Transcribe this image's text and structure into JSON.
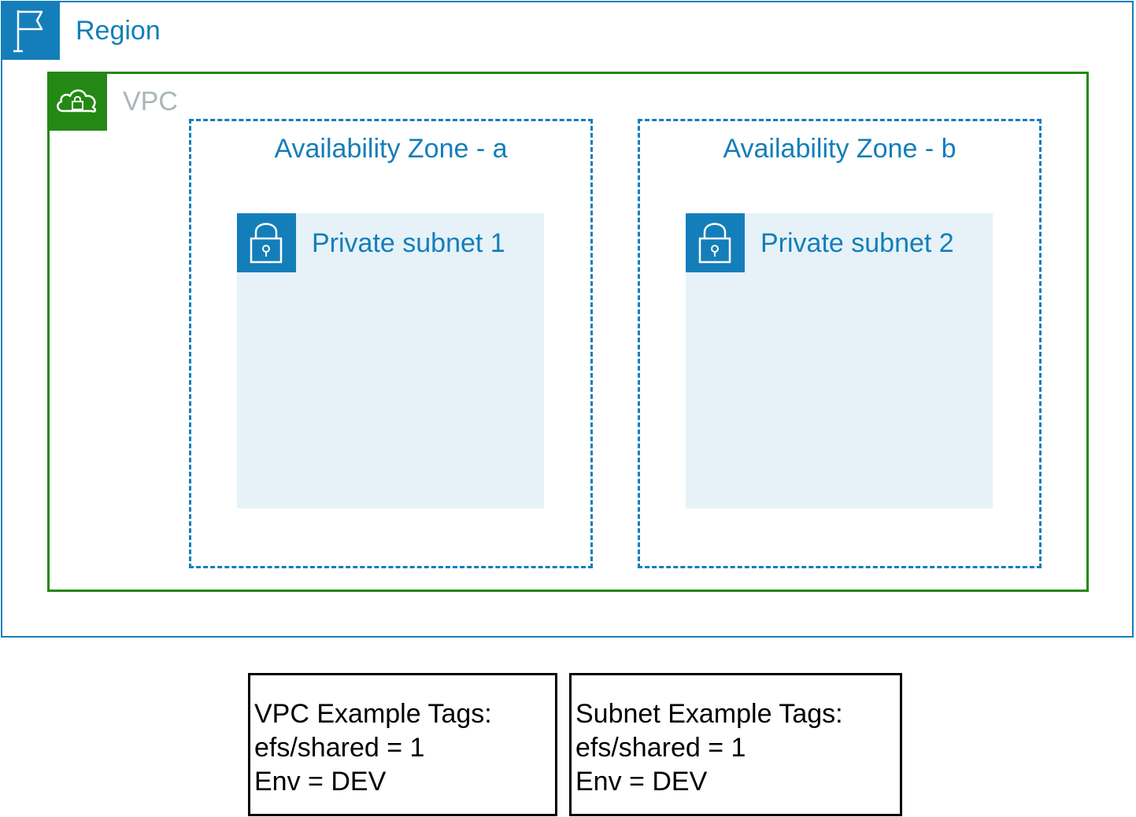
{
  "region": {
    "label": "Region",
    "icon": "flag-icon"
  },
  "vpc": {
    "label": "VPC",
    "icon": "cloud-lock-icon"
  },
  "availability_zones": [
    {
      "label": "Availability Zone - a"
    },
    {
      "label": "Availability Zone - b"
    }
  ],
  "subnets": [
    {
      "label": "Private subnet 1",
      "icon": "padlock-icon"
    },
    {
      "label": "Private subnet 2",
      "icon": "padlock-icon"
    }
  ],
  "tag_boxes": [
    {
      "title": "VPC Example Tags:",
      "lines": [
        "efs/shared = 1",
        "Env = DEV"
      ]
    },
    {
      "title": "Subnet Example Tags:",
      "lines": [
        "efs/shared = 1",
        "Env = DEV"
      ]
    }
  ],
  "colors": {
    "region": "#147eba",
    "vpc": "#248814",
    "vpc_label": "#aab7b8",
    "subnet_fill": "#e6f2f8"
  }
}
